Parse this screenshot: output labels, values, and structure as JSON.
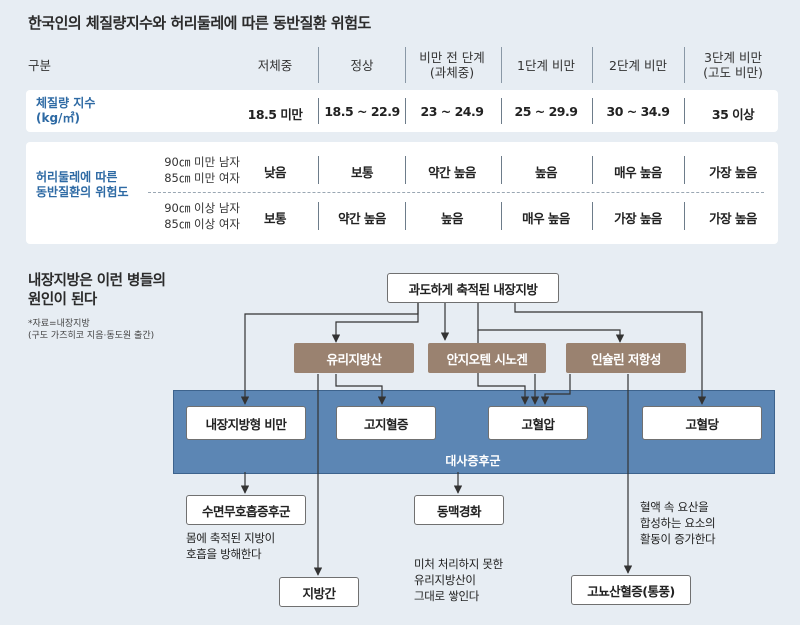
{
  "title": "한국인의 체질량지수와 허리둘레에 따른 동반질환 위험도",
  "table": {
    "headers": [
      "구분",
      "저체중",
      "정상",
      "비만 전 단계\n(과체중)",
      "1단계 비만",
      "2단계 비만",
      "3단계 비만\n(고도 비만)"
    ],
    "bmi": {
      "label": "체질량 지수\n(kg/㎡)",
      "values": [
        "18.5 미만",
        "18.5 ~ 22.9",
        "23 ~ 24.9",
        "25 ~ 29.9",
        "30 ~ 34.9",
        "35 이상"
      ]
    },
    "waist": {
      "label": "허리둘레에 따른\n동반질환의 위험도",
      "rows": [
        {
          "condition": "90㎝ 미만 남자\n85㎝ 미만 여자",
          "values": [
            "낮음",
            "보통",
            "약간 높음",
            "높음",
            "매우 높음",
            "가장 높음"
          ]
        },
        {
          "condition": "90㎝ 이상 남자\n85㎝ 이상 여자",
          "values": [
            "보통",
            "약간 높음",
            "높음",
            "매우 높음",
            "가장 높음",
            "가장 높음"
          ]
        }
      ]
    }
  },
  "diagram": {
    "subtitle": "내장지방은 이런 병들의\n원인이 된다",
    "source": "*자료=내장지방\n (구도 가즈히코 지음·동도원 출간)",
    "root": "과도하게 축적된 내장지방",
    "mediators": [
      "유리지방산",
      "안지오텐 시노겐",
      "인슐린 저항성"
    ],
    "metabolic_items": [
      "내장지방형 비만",
      "고지혈증",
      "고혈압",
      "고혈당"
    ],
    "metabolic_label": "대사증후군",
    "outcomes": {
      "sleep_apnea": "수면무호흡증후군",
      "arteriosclerosis": "동맥경화",
      "fatty_liver": "지방간",
      "hyperuricemia": "고뇨산혈증(통풍)"
    },
    "notes": {
      "sleep_apnea": "몸에 축적된 지방이\n호흡을 방해한다",
      "fatty_liver": "미처 처리하지 못한\n유리지방산이\n그대로 쌓인다",
      "hyperuricemia": "혈액 속 요산을\n합성하는 요소의\n활동이 증가한다"
    }
  },
  "colors": {
    "accent": "#2e6aa4",
    "brown": "#9a8270",
    "metabolic": "#5c86b4",
    "background": "#e7edf3"
  }
}
